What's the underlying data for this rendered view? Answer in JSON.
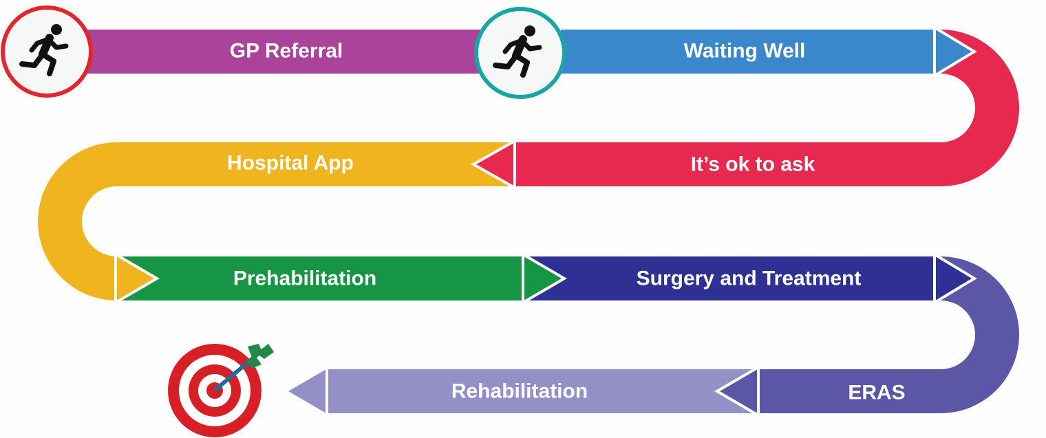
{
  "colors": {
    "gp_referral": "#a9449a",
    "waiting_well": "#3a87cc",
    "its_ok_to_ask": "#e8294f",
    "hospital_app": "#f0b41e",
    "prehabilitation": "#169544",
    "surgery_and_treatment": "#2e3193",
    "eras": "#5b56a6",
    "rehabilitation": "#9390c7",
    "runner_ring_start": "#e3262b",
    "runner_ring_second": "#18a5a6",
    "target_red": "#d71f26"
  },
  "icons": {
    "start_runner": "running-person-icon",
    "second_runner": "running-person-icon",
    "finish": "target-with-dart-icon"
  },
  "steps": [
    {
      "label": "GP Referral"
    },
    {
      "label": "Waiting Well"
    },
    {
      "label": "It’s ok to ask"
    },
    {
      "label": "Hospital App"
    },
    {
      "label": "Prehabilitation"
    },
    {
      "label": "Surgery and Treatment"
    },
    {
      "label": "ERAS"
    },
    {
      "label": "Rehabilitation"
    }
  ]
}
